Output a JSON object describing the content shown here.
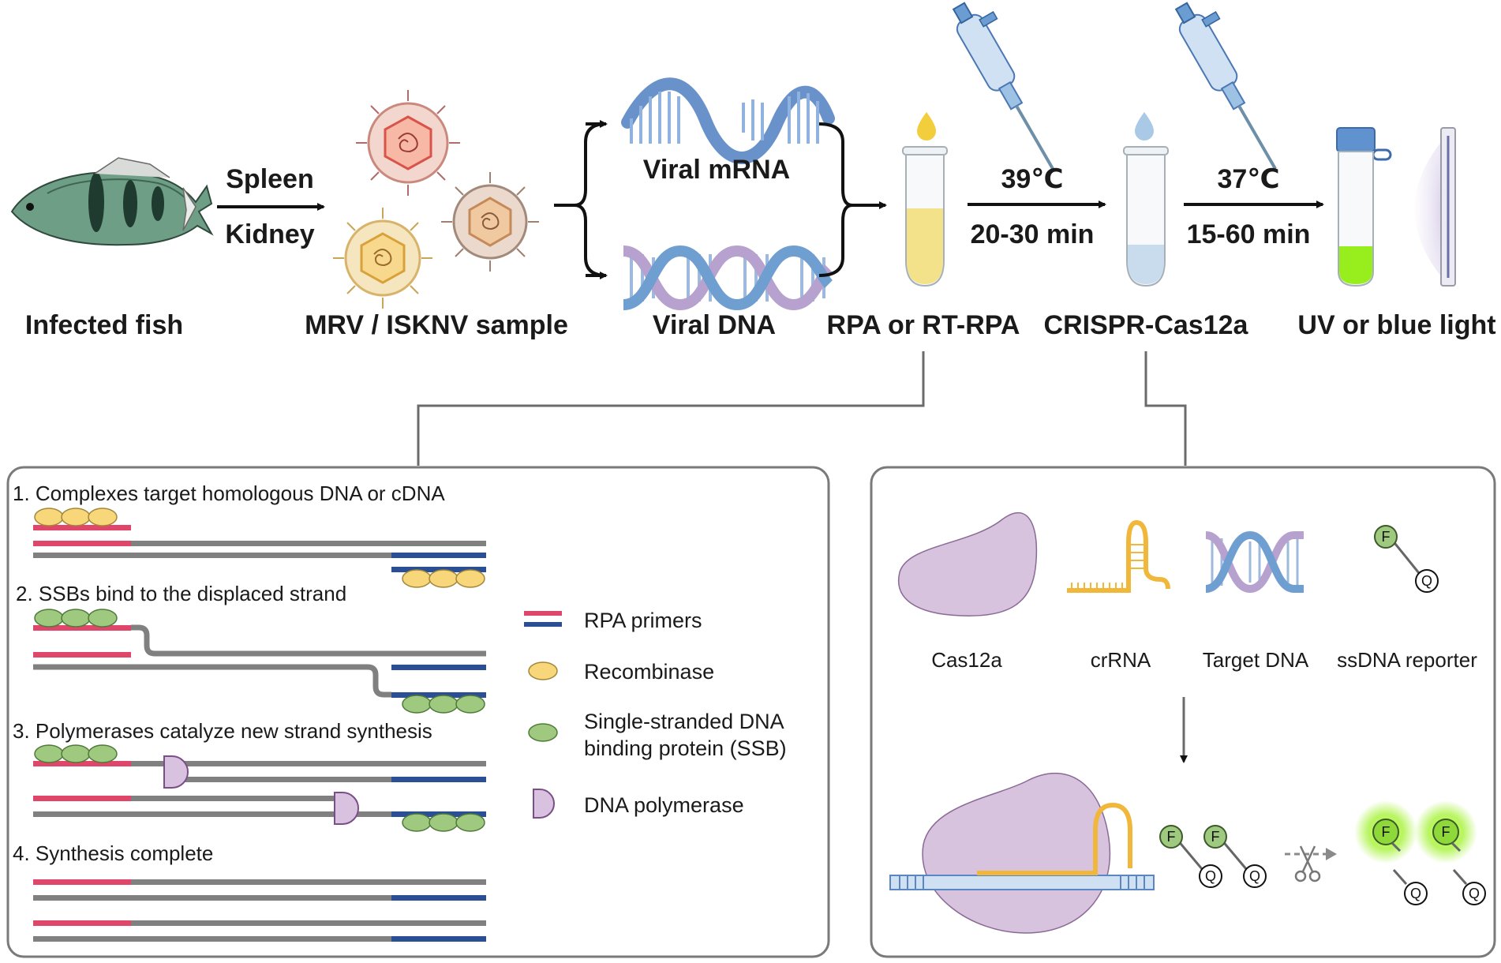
{
  "workflow": {
    "fish_label": "Infected fish",
    "organ_1": "Spleen",
    "organ_2": "Kidney",
    "sample_label": "MRV / ISKNV sample",
    "mrna_label": "Viral mRNA",
    "dna_label": "Viral DNA",
    "rpa_label": "RPA or RT-RPA",
    "rpa_temp": "39℃",
    "rpa_time": "20-30 min",
    "cas_label": "CRISPR-Cas12a",
    "cas_temp": "37℃",
    "cas_time": "15-60 min",
    "readout_label": "UV or blue light"
  },
  "rpa_panel": {
    "steps": [
      "1. Complexes target homologous DNA or cDNA",
      "2. SSBs bind to the displaced strand",
      "3. Polymerases catalyze new strand synthesis",
      "4. Synthesis complete"
    ],
    "legend": {
      "primers": "RPA primers",
      "recombinase": "Recombinase",
      "ssb_line1": "Single-stranded DNA",
      "ssb_line2": "binding protein (SSB)",
      "polymerase": "DNA polymerase"
    }
  },
  "cas_panel": {
    "components": [
      "Cas12a",
      "crRNA",
      "Target DNA",
      "ssDNA reporter"
    ],
    "fluorophore": "F",
    "quencher": "Q"
  },
  "colors": {
    "primer_red": "#e0456a",
    "primer_blue": "#2b4f95",
    "strand_gray": "#808080",
    "recombinase": "#f8d77a",
    "ssb": "#9fc97f",
    "polymerase": "#d9c2e0",
    "cas12a": "#d8c3df",
    "crrna": "#f0b73a",
    "fluor_glow": "#a6f23a"
  }
}
